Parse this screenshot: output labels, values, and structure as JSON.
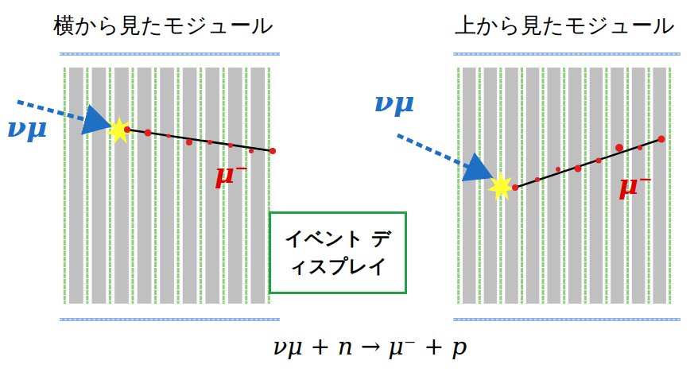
{
  "diagram": {
    "caption": "νμ + n → μ⁻ + p",
    "nodes": [
      {
        "text": [
          "イベント ディスプレイ"
        ]
      }
    ],
    "edges": [],
    "labels": [
      "横から見たモジュール",
      "上から見たモジュール",
      "νμ",
      "μ⁻",
      "νμ",
      "μ⁻"
    ]
  }
}
